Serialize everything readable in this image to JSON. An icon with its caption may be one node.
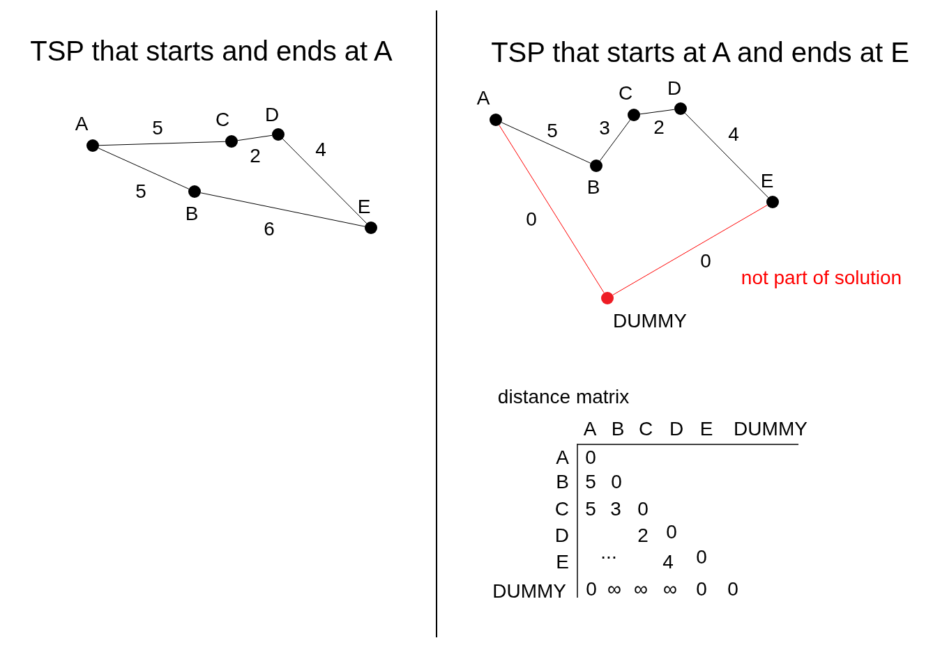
{
  "diagram": {
    "nodes": [
      {
        "text": [
          "A"
        ]
      },
      {
        "text": [
          "C"
        ]
      },
      {
        "text": [
          "D"
        ]
      },
      {
        "text": [
          "B"
        ]
      },
      {
        "text": [
          "E"
        ]
      },
      {
        "text": [
          "A"
        ]
      },
      {
        "text": [
          "C"
        ]
      },
      {
        "text": [
          "D"
        ]
      },
      {
        "text": [
          "B"
        ]
      },
      {
        "text": [
          "E"
        ]
      },
      {
        "text": [
          "DUMMY"
        ]
      }
    ],
    "edges": [
      {
        "from": 0,
        "to": 1,
        "arrow": "none",
        "label": "5"
      },
      {
        "from": 1,
        "to": 2,
        "arrow": "none",
        "label": "2"
      },
      {
        "from": 2,
        "to": 4,
        "arrow": "none",
        "label": "4"
      },
      {
        "from": 0,
        "to": 3,
        "arrow": "none",
        "label": "5"
      },
      {
        "from": 3,
        "to": 4,
        "arrow": "none",
        "label": "6"
      },
      {
        "from": 5,
        "to": 8,
        "arrow": "none",
        "label": "5"
      },
      {
        "from": 8,
        "to": 6,
        "arrow": "none",
        "label": "3"
      },
      {
        "from": 6,
        "to": 7,
        "arrow": "none",
        "label": "2"
      },
      {
        "from": 7,
        "to": 9,
        "arrow": "none",
        "label": "4"
      },
      {
        "from": 5,
        "to": 10,
        "arrow": "none",
        "label": "0",
        "color": "#ff0000"
      },
      {
        "from": 10,
        "to": 9,
        "arrow": "none",
        "label": "0",
        "color": "#ff0000"
      }
    ],
    "labels": [
      "TSP that starts and ends at A",
      "TSP that starts at A and ends at E",
      "not part of solution",
      "distance matrix",
      "A",
      "B",
      "C",
      "D",
      "E",
      "DUMMY",
      "A",
      "0",
      "B",
      "5",
      "0",
      "C",
      "5",
      "3",
      "0",
      "D",
      "2",
      "0",
      "E",
      "...",
      "4",
      "0",
      "DUMMY",
      "0",
      "∞",
      "∞",
      "∞",
      "0",
      "0"
    ]
  }
}
